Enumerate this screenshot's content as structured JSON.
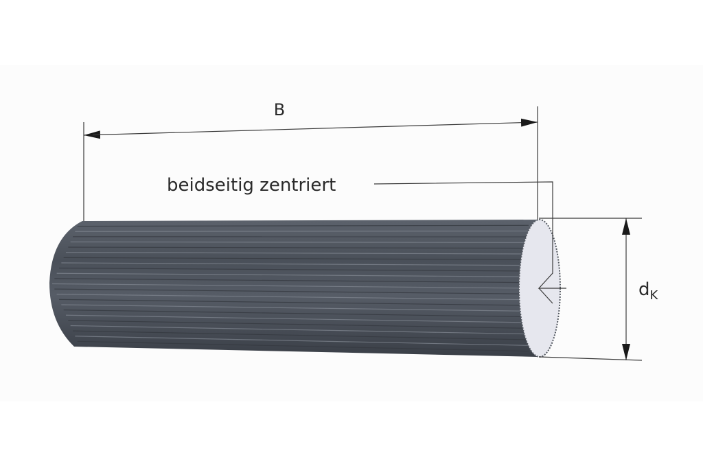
{
  "labels": {
    "length": "B",
    "centering_note": "beidseitig zentriert",
    "diameter_main": "d",
    "diameter_sub": "K"
  },
  "colors": {
    "band": "#fcfcfc",
    "body_dark": "#3e434b",
    "body_light": "#6a707a",
    "end_face": "#e6e7ee",
    "line": "#3a3a3a"
  }
}
